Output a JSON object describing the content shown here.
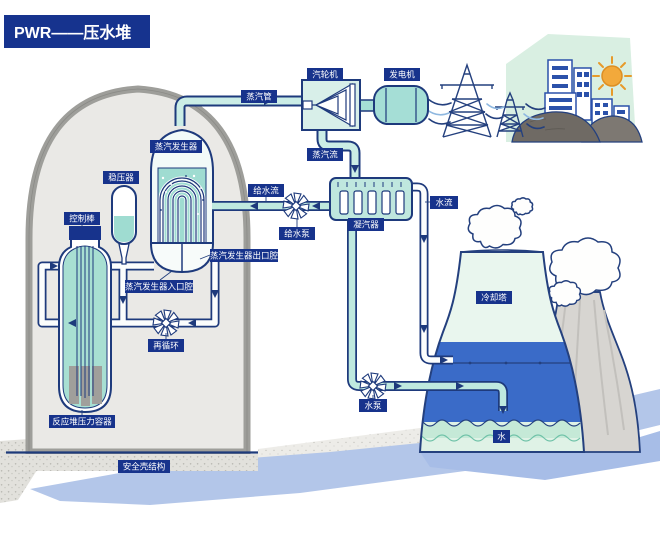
{
  "title": "PWR——压水堆",
  "labels": {
    "steam_pipe": "蒸汽管",
    "turbine": "汽轮机",
    "generator": "发电机",
    "steam_generator": "蒸汽发生器",
    "steam_flow": "蒸汽流",
    "pressurizer": "稳压器",
    "control_rods": "控制棒",
    "sg_outlet_chamber": "蒸汽发生器出口腔",
    "sg_inlet_chamber": "蒸汽发生器入口腔",
    "recirculation": "再循环",
    "reactor_pressure_vessel": "反应堆压力容器",
    "containment_structure": "安全壳结构",
    "feedwater_flow": "给水流",
    "feedwater_pump": "给水泵",
    "condenser": "凝汽器",
    "water_flow": "水流",
    "water_pump": "水泵",
    "cooling_tower": "冷却塔",
    "water": "水"
  },
  "colors": {
    "chip_bg": "#17338C",
    "outline_navy": "#1E3A7C",
    "pipe_mint": "#BFE9DF",
    "pipe_steam": "#CBEDE6",
    "pipe_white": "#FBFDFD",
    "vessel_teal": "#A8DFD2",
    "sg_teal": "#9FDCD1",
    "turbine_fill": "#D8EFE9",
    "generator_fill": "#A5DED6",
    "condenser_fill": "#BFE7DE",
    "tower_blue": "#3A6BC8",
    "tower_mint": "#E9F6EE",
    "water_wave": "#C5E9D7",
    "ribbon_blue": "#B3C6E9",
    "shadow_blue": "#A7BDE7",
    "containment_fill": "#EAE9E6",
    "wall_gray": "#9E9E9A",
    "city_green": "#D9EFE2",
    "sun_orange": "#F2A93B",
    "hill_dark": "#6F6A64",
    "gray_tower": "#D7D5D1",
    "fuel_gray": "#A09F9B"
  }
}
